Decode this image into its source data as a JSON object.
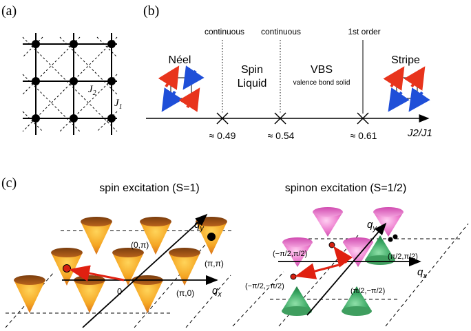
{
  "panel_a": {
    "label": "(a)",
    "j2_label": "J",
    "j2_sub": "2",
    "j1_label": "J",
    "j1_sub": "1"
  },
  "panel_b": {
    "label": "(b)",
    "transitions": [
      {
        "type": "continuous",
        "value": "≈ 0.49"
      },
      {
        "type": "continuous",
        "value": "≈ 0.54"
      },
      {
        "type": "1st order",
        "value": "≈ 0.61"
      }
    ],
    "phases": {
      "neel": "Néel",
      "spin_liquid_1": "Spin",
      "spin_liquid_2": "Liquid",
      "vbs": "VBS",
      "vbs_sub": "valence bond solid",
      "stripe": "Stripe"
    },
    "axis_label": "J2/J1",
    "spin_colors": {
      "up": "#e8341c",
      "down": "#1f4fd8"
    }
  },
  "panel_c": {
    "label": "(c)",
    "left_title": "spin excitation (S=1)",
    "right_title": "spinon excitation (S=1/2)",
    "left": {
      "qy": "q",
      "qy_sub": "y",
      "qx": "q",
      "qx_sub": "x",
      "origin": "0",
      "p_0pi": "(0,π)",
      "p_pipi": "(π,π)",
      "p_pi0": "(π,0)"
    },
    "right": {
      "qy": "q",
      "qy_sub": "y",
      "qx": "q",
      "qx_sub": "x",
      "p_mpi2_pi2": "(−π/2,π/2)",
      "p_pi2_pi2": "(π/2,π/2)",
      "p_mpi2_mpi2": "(−π/2,−π/2)",
      "p_pi2_mpi2": "(π/2,−π/2)"
    },
    "colors": {
      "orange_cone": "#f5a623",
      "pink_cone": "#e060c0",
      "green_cone": "#2e9a55",
      "arrow": "#e02010"
    }
  }
}
